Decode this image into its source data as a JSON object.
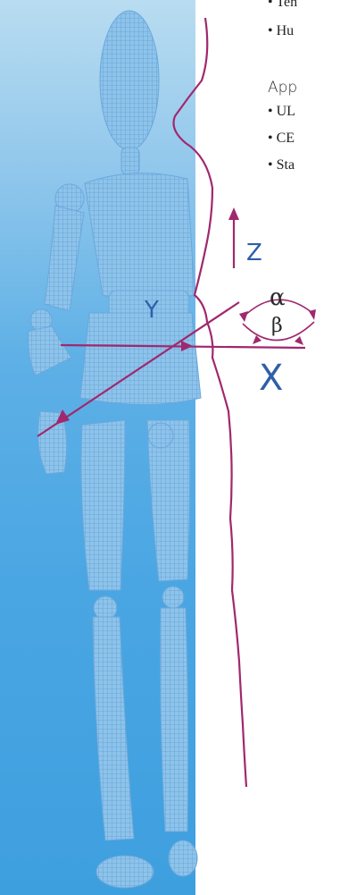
{
  "text_list_1": {
    "items": [
      "• Ten",
      "• Hu"
    ]
  },
  "section_2": {
    "heading": "App",
    "items": [
      "• UL",
      "• CE",
      "• Sta"
    ]
  },
  "axes": {
    "z_label": "Z",
    "y_label": "Y",
    "x_label": "X",
    "alpha_label": "α",
    "beta_label": "β"
  },
  "colors": {
    "panel_blue": "#5eb0e6",
    "axis_magenta": "#b02a78",
    "axis_label_blue": "#2f5fa8",
    "mannequin_mesh": "#7fb6e3"
  }
}
